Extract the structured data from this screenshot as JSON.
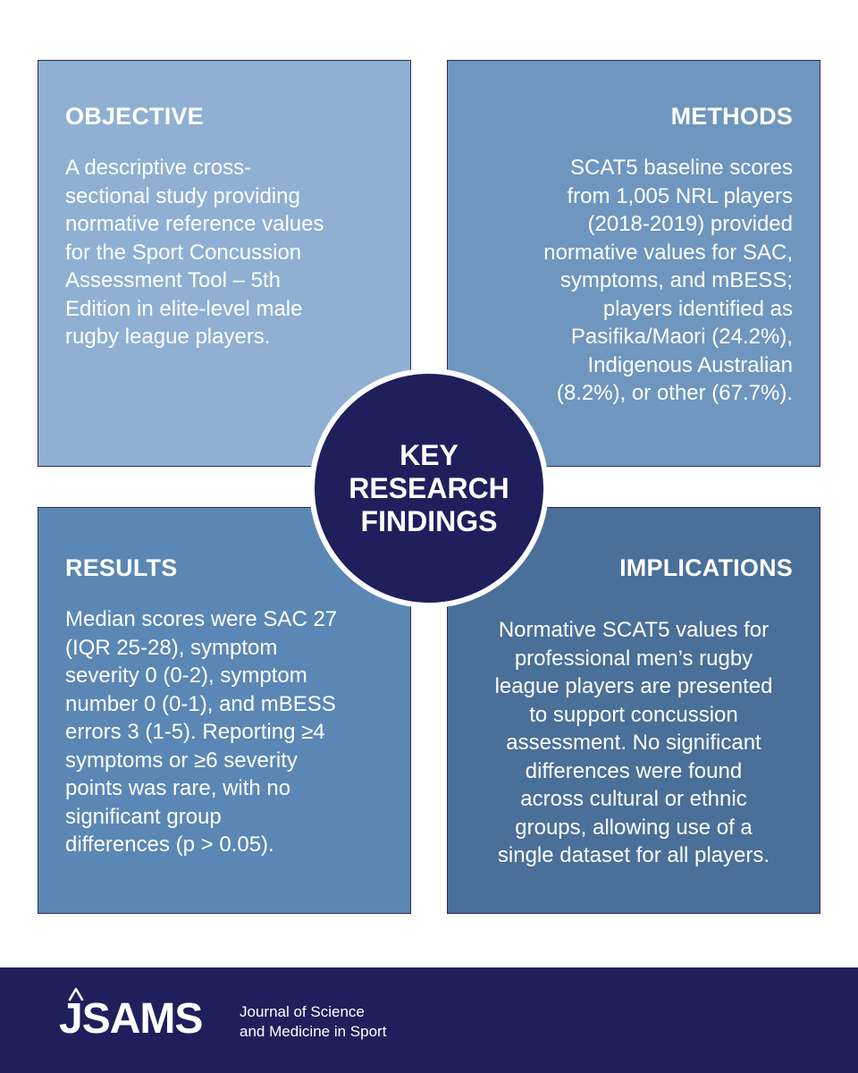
{
  "objective": {
    "heading": "OBJECTIVE",
    "lines": [
      "A descriptive cross-",
      "sectional study providing",
      "normative reference values",
      "for the Sport Concussion",
      "Assessment Tool – 5th",
      "Edition in elite-level male",
      "rugby league players."
    ]
  },
  "methods": {
    "heading": "METHODS",
    "lines": [
      "SCAT5 baseline scores",
      "from 1,005 NRL players",
      "(2018-2019) provided",
      "normative values for SAC,",
      "symptoms, and mBESS;",
      "players identified as",
      "Pasifika/Maori (24.2%),",
      "Indigenous Australian",
      "(8.2%), or other (67.7%)."
    ]
  },
  "results": {
    "heading": "RESULTS",
    "lines": [
      "Median scores were SAC 27",
      "(IQR 25-28), symptom",
      "severity 0 (0-2), symptom",
      "number 0 (0-1), and mBESS",
      "errors 3 (1-5). Reporting ≥4",
      "symptoms or ≥6 severity",
      "points was rare, with no",
      "significant group",
      "differences (p > 0.05)."
    ]
  },
  "implications": {
    "heading": "IMPLICATIONS",
    "lines": [
      "Normative SCAT5 values for",
      "professional men’s rugby",
      "league players are presented",
      "to support concussion",
      "assessment. No significant",
      "differences were found",
      "across cultural or ethnic",
      "groups, allowing use of a",
      "single dataset for all players."
    ]
  },
  "hub": {
    "lines": [
      "KEY",
      "RESEARCH",
      "FINDINGS"
    ]
  },
  "footer": {
    "logo": "JSAMS",
    "journal_line1": "Journal of Science",
    "journal_line2": "and Medicine in Sport"
  },
  "colors": {
    "objective_bg": "#8fb0d2",
    "methods_bg": "#6f96be",
    "results_bg": "#5b87b4",
    "implications_bg": "#4a6f98",
    "navy": "#1f1f5c"
  }
}
